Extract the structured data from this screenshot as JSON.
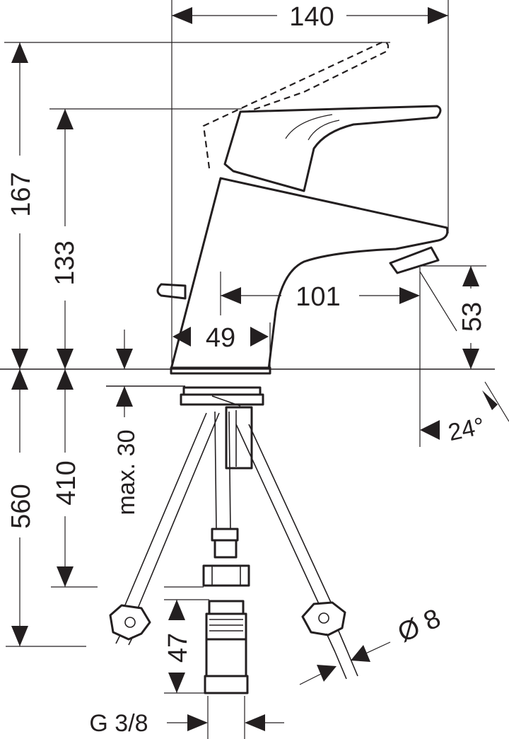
{
  "dimensions": {
    "width_total": "140",
    "height_total": "167",
    "height_spout": "133",
    "spout_reach": "101",
    "base_diameter": "49",
    "spout_height": "53",
    "spout_angle": "24°",
    "below_total": "560",
    "hose_length": "410",
    "max_thickness": "max. 30",
    "connector_length": "47",
    "hose_diameter": "Ø 8",
    "thread": "G 3/8"
  }
}
